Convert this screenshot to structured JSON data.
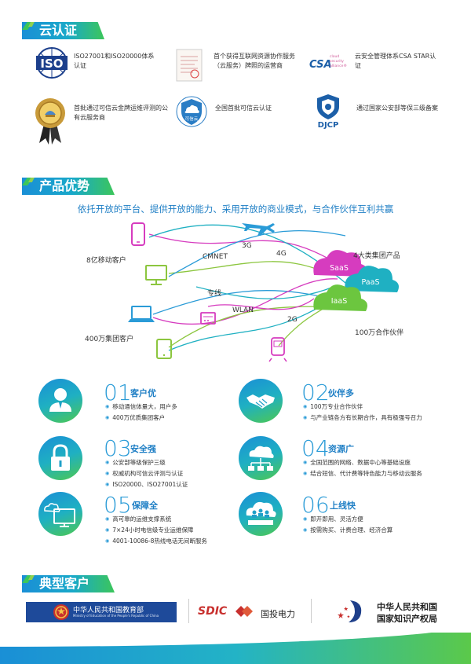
{
  "sections": {
    "cert_title": "云认证",
    "adv_title": "产品优势",
    "client_title": "典型客户"
  },
  "certs": [
    {
      "text": "ISO27001和ISO20000体系认证",
      "icon": "iso-logo-icon",
      "logo_text": "ISO"
    },
    {
      "text": "首个获得互联网资源协作服务（云服务）牌照的运营商",
      "icon": "license-document-icon"
    },
    {
      "text": "云安全管理体系CSA STAR认证",
      "icon": "csa-logo-icon",
      "logo_text": "CSA",
      "logo_sub": "cloud security alliance®"
    },
    {
      "text": "首批通过可信云金牌运维评测的公有云服务商",
      "icon": "gold-medal-icon"
    },
    {
      "text": "全国首批可信云认证",
      "icon": "trusted-cloud-shield-icon",
      "logo_text": "可信云"
    },
    {
      "text": "通过国家公安部等保三级备案",
      "icon": "djcp-logo-icon",
      "logo_text": "DJCP"
    }
  ],
  "headline": "依托开放的平台、提供开放的能力、采用开放的商业模式，与合作伙伴互利共赢",
  "diagram": {
    "mobile_users": "8亿移动客户",
    "group_clients": "400万集团客户",
    "cmnet": "CMNET",
    "net_3g": "3G",
    "net_4g": "4G",
    "line": "专线",
    "wlan": "WLAN",
    "net_2g": "2G",
    "products": "4大类集团产品",
    "partners": "100万合作伙伴",
    "saas": "SaaS",
    "paas": "PaaS",
    "iaas": "IaaS"
  },
  "advantages": [
    {
      "num": "01",
      "title": "客户优",
      "bullets": [
        "移动通信体量大，用户多",
        "400万优质集团客户"
      ],
      "icon": "user-icon"
    },
    {
      "num": "02",
      "title": "伙伴多",
      "bullets": [
        "100万专业合作伙伴",
        "与产业链各方有长期合作，具有极强号召力"
      ],
      "icon": "handshake-icon"
    },
    {
      "num": "03",
      "title": "安全强",
      "bullets": [
        "公安部等级保护三级",
        "权威机构可信云评测与认证",
        "ISO20000、ISO27001认证"
      ],
      "icon": "lock-icon"
    },
    {
      "num": "04",
      "title": "资源广",
      "bullets": [
        "全国范围的网络、数据中心等基础设施",
        "结合短信、代计费等特色能力与移动云服务"
      ],
      "icon": "cloud-network-icon"
    },
    {
      "num": "05",
      "title": "保障全",
      "bullets": [
        "高可靠的运维支撑系统",
        "7×24小时电信级专业运维保障",
        "4001-10086-8热线电话无间断服务"
      ],
      "icon": "monitor-cloud-icon"
    },
    {
      "num": "06",
      "title": "上线快",
      "bullets": [
        "即开即用、灵活方便",
        "按需购买、计费合理、经济合算"
      ],
      "icon": "cloud-users-icon"
    }
  ],
  "clients": {
    "moe": "中华人民共和国教育部",
    "moe_en": "Ministry of Education of the People's Republic of China",
    "sdic": "SDIC",
    "sdic_cn": "国投电力",
    "cnipa_line1": "中华人民共和国",
    "cnipa_line2": "国家知识产权局"
  },
  "colors": {
    "blue": "#1f7fc5",
    "cyan": "#1fb0c2",
    "green": "#4ec84f",
    "magenta": "#d63cbf"
  }
}
